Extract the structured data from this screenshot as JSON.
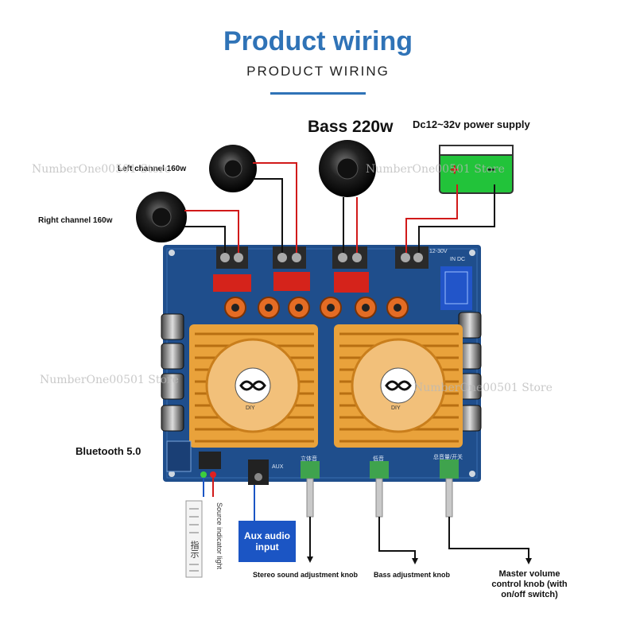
{
  "header": {
    "title": "Product wiring",
    "subtitle": "PRODUCT WIRING"
  },
  "labels": {
    "left_channel": "Left channel 160w",
    "right_channel": "Right channel 160w",
    "bass": "Bass 220w",
    "power": "Dc12~32v power supply",
    "bluetooth": "Bluetooth 5.0",
    "aux": "Aux audio input",
    "source_indicator": "Source indicator light",
    "stereo_knob": "Stereo sound adjustment knob",
    "bass_knob": "Bass adjustment knob",
    "master_knob": "Master volume control knob (with on/off switch)"
  },
  "board_text": {
    "battery_plus": "+",
    "battery_minus": "−",
    "voltage": "12-30V",
    "input": "IN DC",
    "aux_mark": "AUX",
    "knob1": "立体音",
    "knob2": "低音",
    "knob3": "总音量/开关",
    "heatsink_logo_left": "DIY",
    "heatsink_logo_right": "DIY",
    "sticker": "指示"
  },
  "watermark": "NumberOne00501 Store",
  "colors": {
    "title_blue": "#2f73b7",
    "board_blue": "#1f4e8c",
    "heatsink_orange": "#e9a23b",
    "battery_green": "#22c33a",
    "wire_red": "#d11a1a",
    "aux_box": "#1b55c4"
  }
}
